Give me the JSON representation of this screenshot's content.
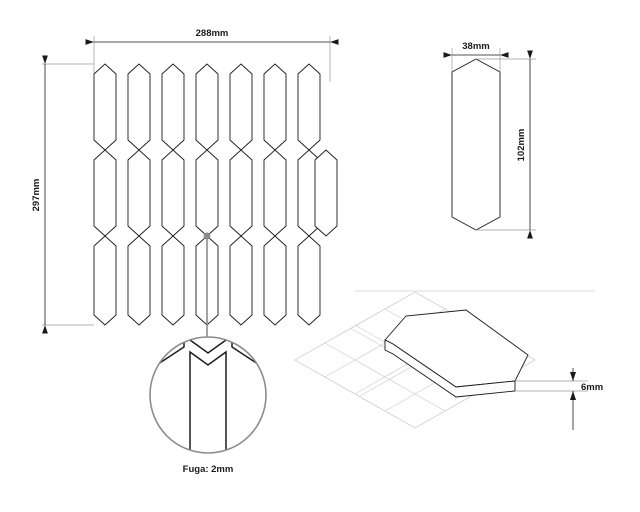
{
  "drawing": {
    "title": "picket-tile-technical-drawing",
    "units": "mm",
    "background_color": "#ffffff",
    "line_color": "#1a1a1a",
    "grid_color": "#cfcfcf",
    "detail_circle_color": "#8c8c8c"
  },
  "views": {
    "layout_view": {
      "name": "tile-layout-front-view",
      "dimensions": {
        "width_label": "288mm",
        "height_label": "297mm"
      },
      "rows": 3,
      "columns": 7,
      "tile_shape": "elongated-hexagon-picket"
    },
    "single_tile_view": {
      "name": "single-tile-elevation",
      "dimensions": {
        "width_label": "38mm",
        "height_label": "102mm"
      }
    },
    "detail_view": {
      "name": "grout-joint-detail",
      "label": "Fuga: 2mm",
      "joint_width": "2mm"
    },
    "isometric_view": {
      "name": "tile-isometric-thickness-view",
      "dimensions": {
        "thickness_label": "6mm"
      }
    }
  }
}
